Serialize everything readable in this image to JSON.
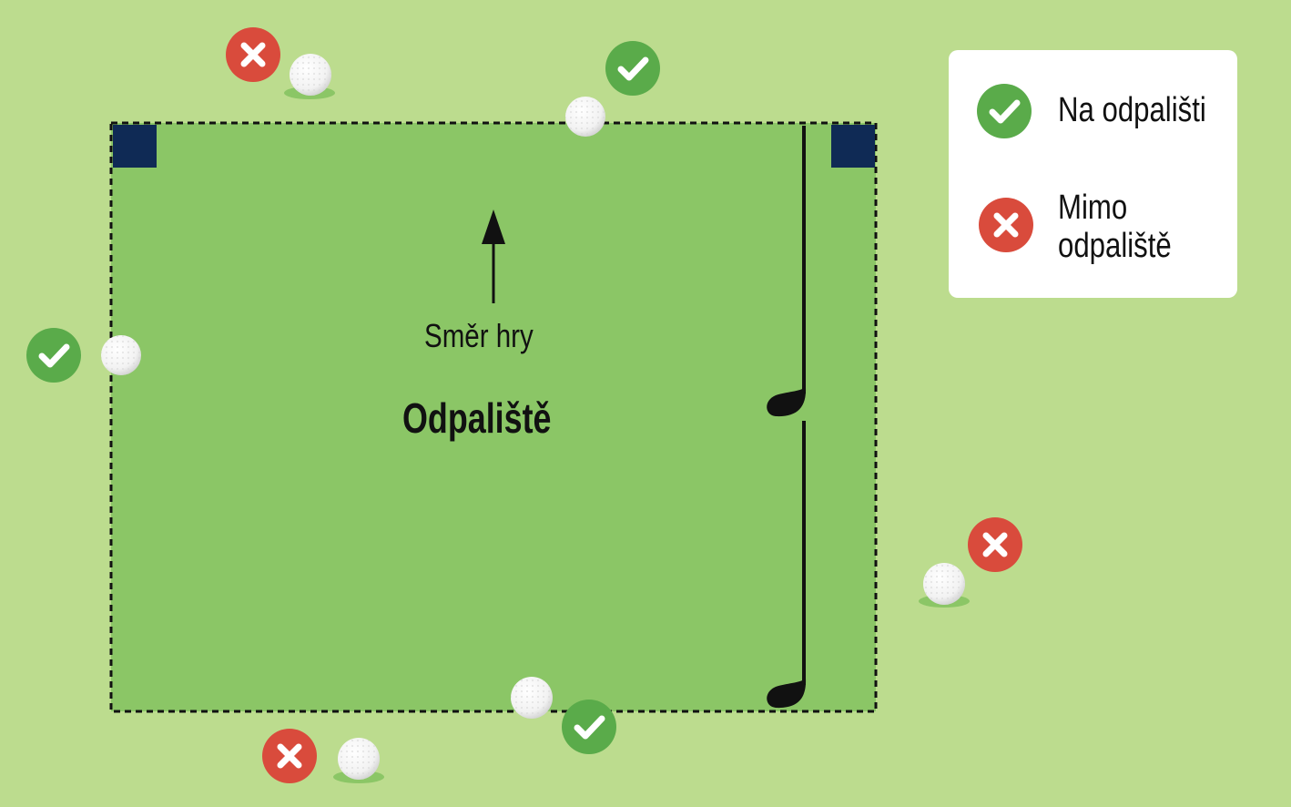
{
  "diagram": {
    "direction_label": "Směr hry",
    "area_label": "Odpaliště",
    "colors": {
      "background": "#bcdc8e",
      "tee_area": "#8bc666",
      "tee_marker": "#0f2a55",
      "in_status": "#5aab4a",
      "out_status": "#d94b3c",
      "ball": "#ffffff"
    }
  },
  "legend": {
    "in_label": "Na odpališti",
    "out_label": "Mimo odpaliště"
  }
}
